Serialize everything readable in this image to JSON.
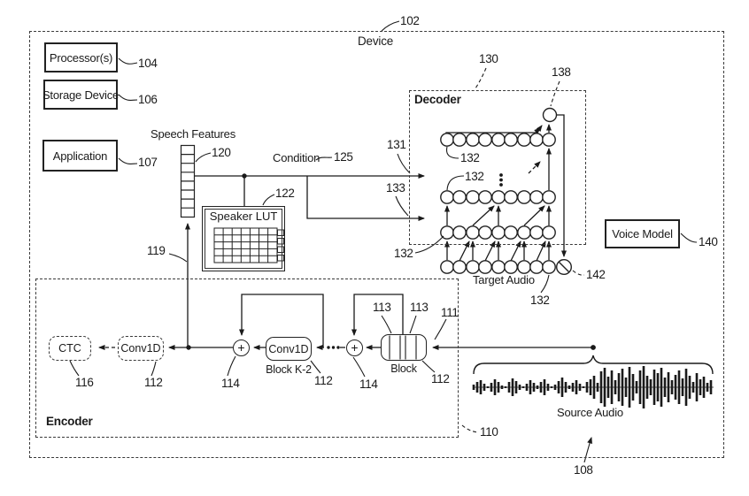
{
  "labels": {
    "device": "Device",
    "processors": "Processor(s)",
    "storage": "Storage Device",
    "application": "Application",
    "speech_features": "Speech Features",
    "condition": "Condition",
    "speaker_lut": "Speaker LUT",
    "decoder": "Decoder",
    "encoder": "Encoder",
    "voice_model": "Voice Model",
    "target_audio": "Target Audio",
    "source_audio": "Source Audio",
    "ctc": "CTC",
    "conv1d": "Conv1D",
    "block_k2": "Block K-2",
    "block": "Block",
    "adder": "+"
  },
  "refs": {
    "device": "102",
    "processors": "104",
    "storage": "106",
    "application": "107",
    "speech_features": "120",
    "speech_input": "119",
    "condition": "125",
    "speaker_lut": "122",
    "decoder": "130",
    "decoder_cond_top": "131",
    "decoder_cond_bottom": "133",
    "decoder_row": "132",
    "decoder_output_node": "138",
    "decoder_end_node": "142",
    "voice_model": "140",
    "encoder": "110",
    "encoder_input": "111",
    "conv_block": "112",
    "block_layer": "113",
    "adder": "114",
    "ctc": "116",
    "source_audio": "108"
  },
  "source_audio": {
    "waveform": [
      3,
      6,
      8,
      4,
      1,
      5,
      9,
      6,
      2,
      1,
      6,
      10,
      7,
      3,
      1,
      4,
      8,
      5,
      2,
      6,
      9,
      4,
      1,
      3,
      7,
      11,
      6,
      2,
      5,
      8,
      4,
      1,
      6,
      9,
      13,
      5,
      18,
      22,
      12,
      19,
      8,
      16,
      21,
      11,
      23,
      15,
      7,
      19,
      24,
      13,
      9,
      20,
      16,
      22,
      11,
      17,
      8,
      14,
      19,
      10,
      21,
      13,
      6,
      16,
      9,
      12,
      5,
      8
    ]
  }
}
